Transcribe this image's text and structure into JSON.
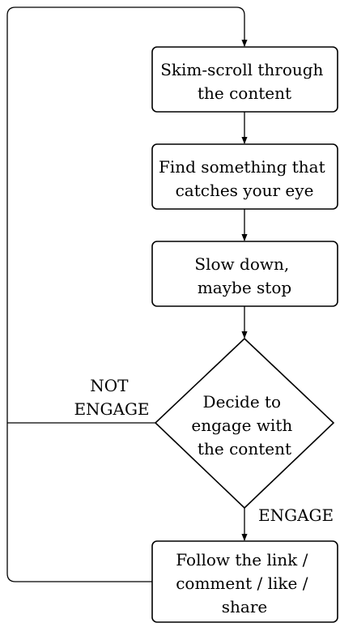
{
  "diagram": {
    "type": "flowchart",
    "colors": {
      "stroke": "#000000",
      "fill": "#ffffff",
      "text": "#000000"
    },
    "nodes": {
      "skim": {
        "shape": "rounded-rect",
        "line1": "Skim-scroll through",
        "line2": "the content"
      },
      "find": {
        "shape": "rounded-rect",
        "line1": "Find something that",
        "line2": "catches your eye"
      },
      "slow": {
        "shape": "rounded-rect",
        "line1": "Slow down,",
        "line2": "maybe stop"
      },
      "decide": {
        "shape": "diamond",
        "line1": "Decide to",
        "line2": "engage with",
        "line3": "the content"
      },
      "follow": {
        "shape": "rounded-rect",
        "line1": "Follow the link /",
        "line2": "comment / like /",
        "line3": "share"
      }
    },
    "edges": [
      {
        "from": "skim",
        "to": "find"
      },
      {
        "from": "find",
        "to": "slow"
      },
      {
        "from": "slow",
        "to": "decide"
      },
      {
        "from": "decide",
        "to": "follow",
        "label": "ENGAGE"
      },
      {
        "from": "decide",
        "to": "skim",
        "label": "NOT ENGAGE"
      },
      {
        "from": "follow",
        "to": "skim"
      }
    ],
    "labels": {
      "engage": "ENGAGE",
      "not_engage_line1": "NOT",
      "not_engage_line2": "ENGAGE"
    }
  }
}
